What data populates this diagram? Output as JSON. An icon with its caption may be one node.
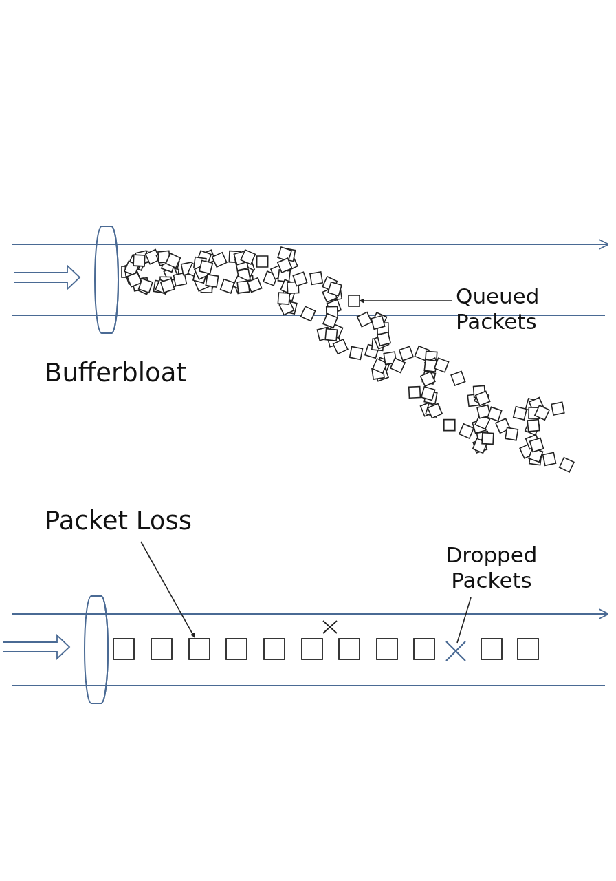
{
  "diagram": {
    "nodes": [
      {
        "text": [
          "Queued Packets"
        ]
      },
      {
        "text": [],
        "shape": "box"
      },
      {
        "text": [
          "Packet Loss"
        ]
      },
      {
        "text": [],
        "shape": "box"
      },
      {
        "text": [
          "Dropped Packets"
        ]
      },
      {
        "text": [],
        "shape": "cross"
      }
    ],
    "edges": [
      {
        "from": 0,
        "to": 1,
        "arrow": "to"
      },
      {
        "from": 2,
        "to": 3,
        "arrow": "to"
      },
      {
        "from": 4,
        "to": 5,
        "arrow": "none"
      }
    ],
    "labels": [
      "Bufferbloat"
    ]
  }
}
